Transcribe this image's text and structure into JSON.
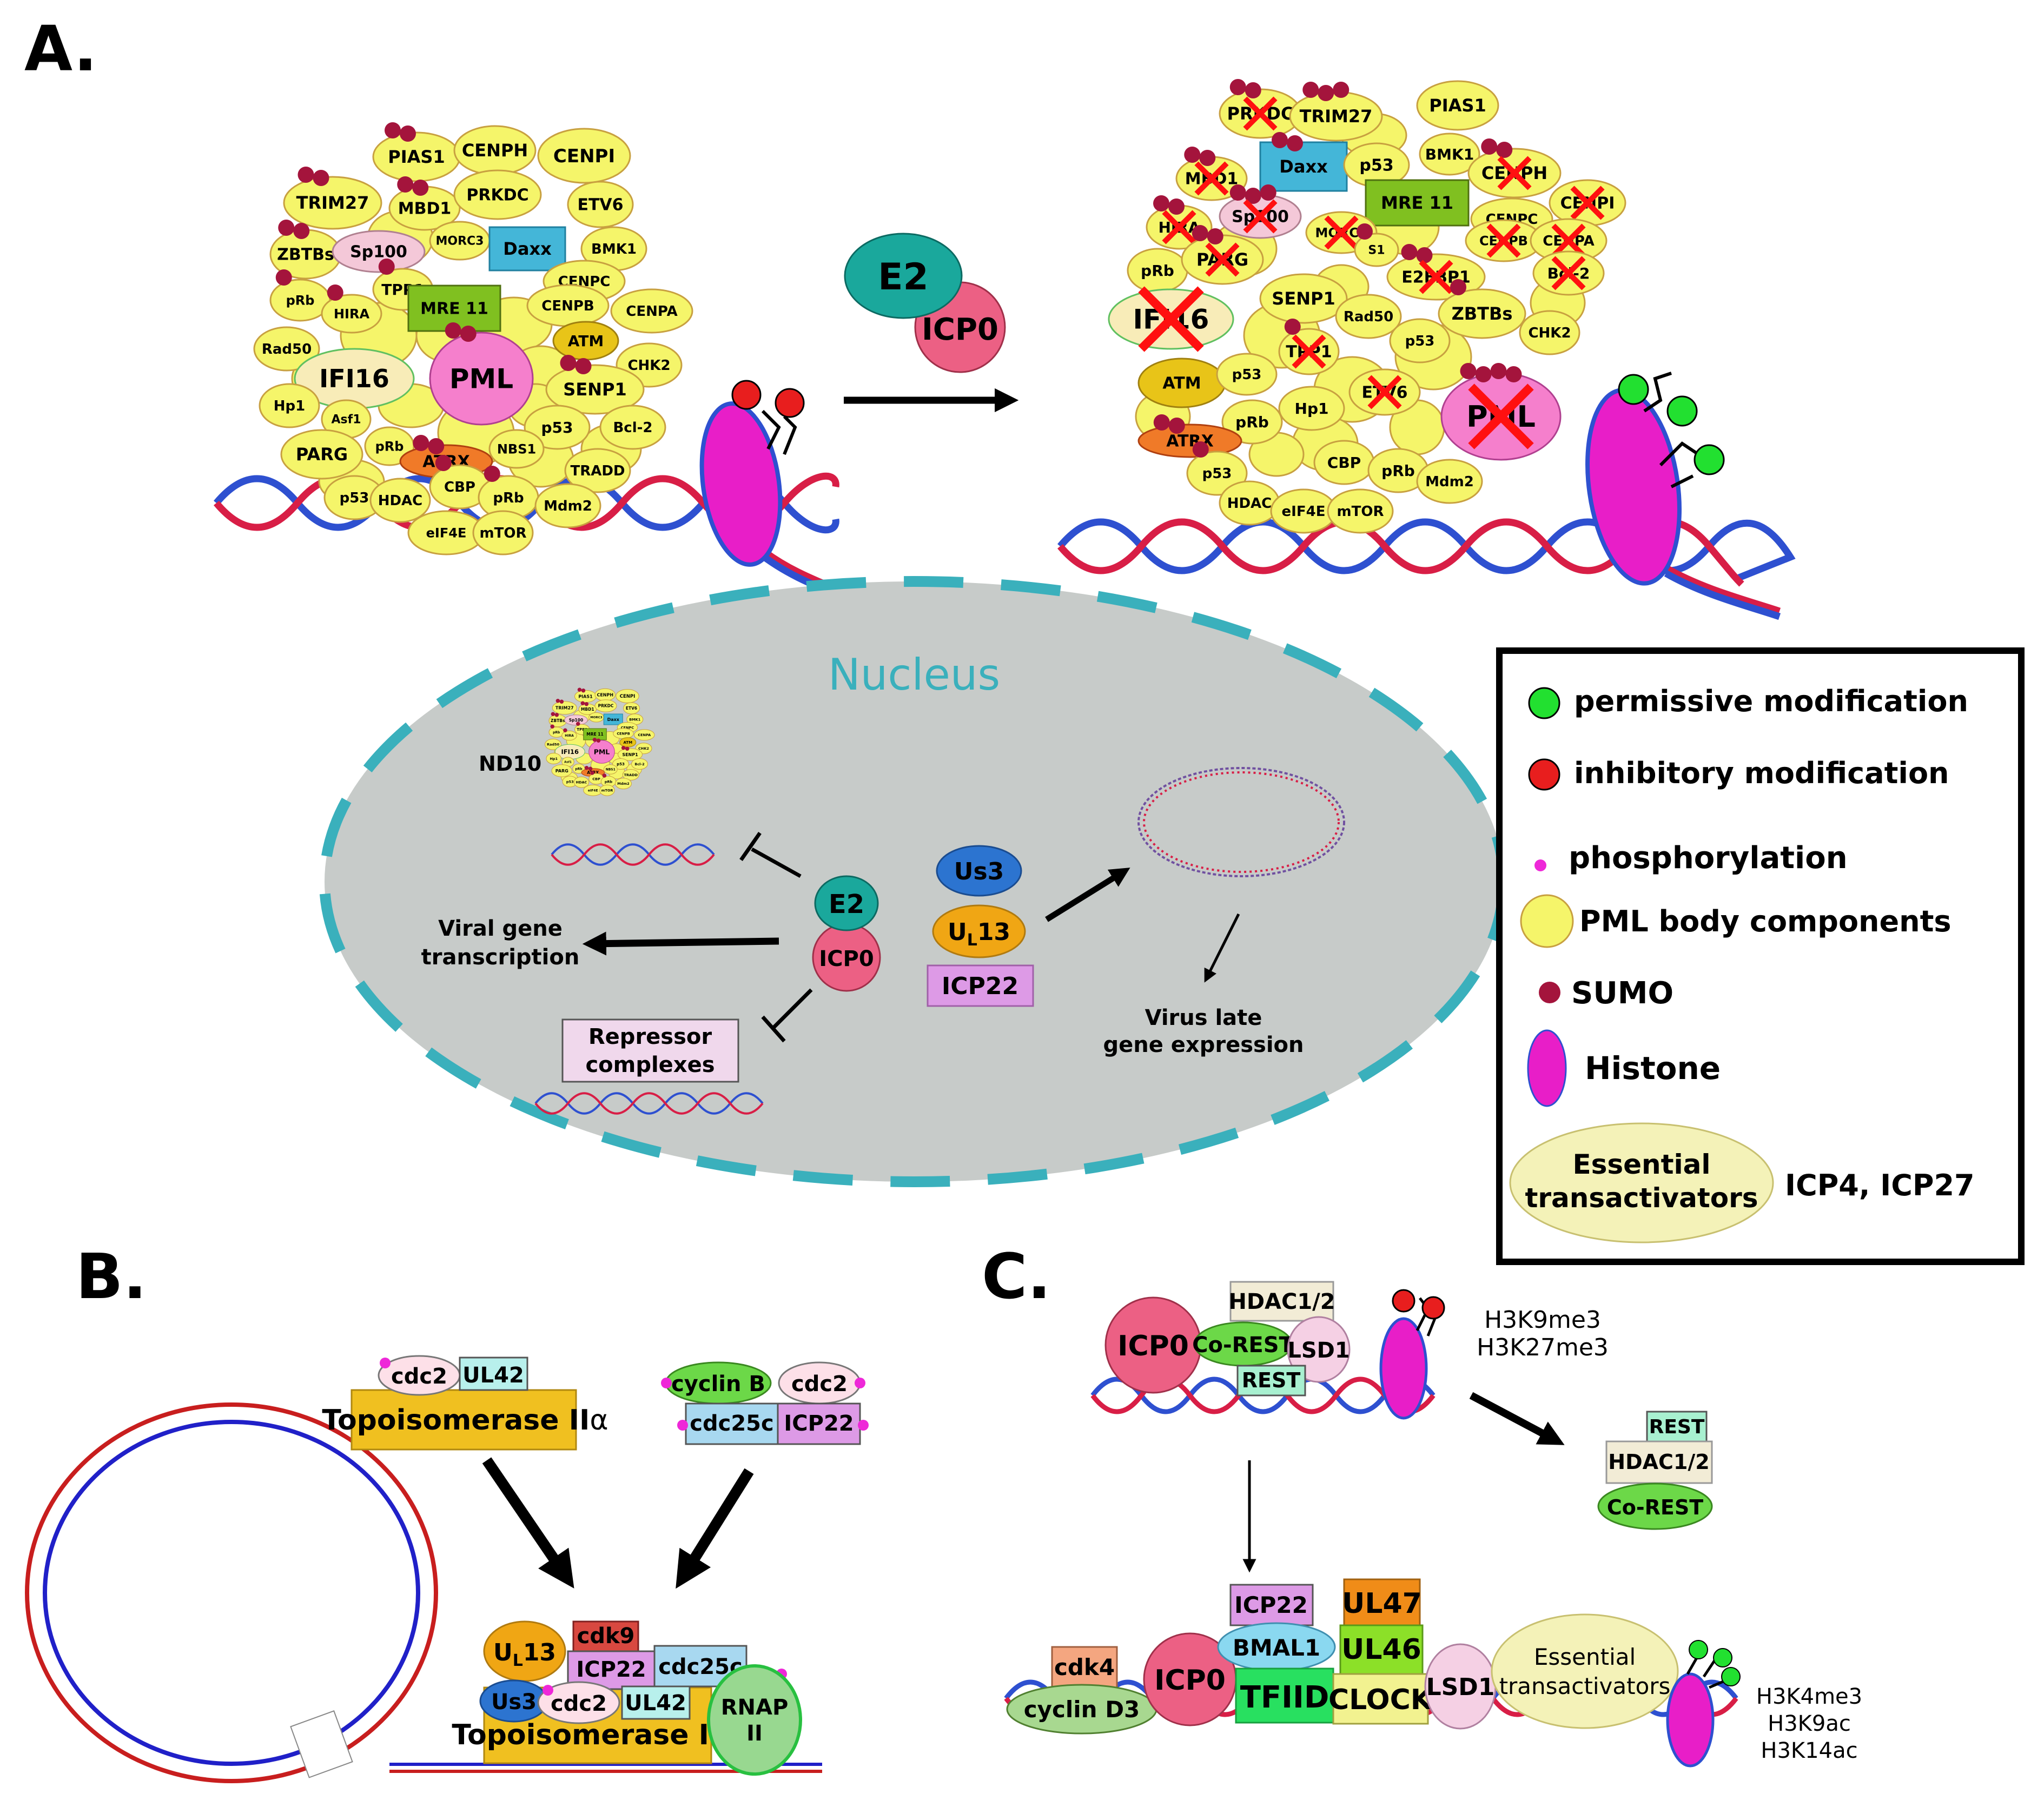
{
  "panels": {
    "a": "A.",
    "b": "B.",
    "c": "C."
  },
  "colors": {
    "pml_yellow": "#f5f56a",
    "sumo": "#a4143c",
    "histone": "#e81ec8",
    "dna_red": "#d81e46",
    "dna_blue": "#2e50d0",
    "nucleus": "#c7cbc9",
    "nucleus_border": "#3ab0bc",
    "e2": "#1aa89c",
    "icp0": "#ec6084",
    "pml": "#f57fcc",
    "green_mod": "#22e030",
    "red_mod": "#e81e1e"
  },
  "nd10_left": {
    "proteins": [
      "PIAS1",
      "CENPH",
      "CENPI",
      "TRIM27",
      "MBD1",
      "PRKDC",
      "ETV6",
      "ZBTBs",
      "Sp100",
      "MORC3",
      "Daxx",
      "BMK1",
      "pRb",
      "TPP1",
      "HIRA",
      "MRE 11",
      "CENPC",
      "CENPB",
      "CENPA",
      "Rad50",
      "ATM",
      "CHK2",
      "IFI16",
      "PML",
      "SENP1",
      "Hp1",
      "Asf1",
      "p53",
      "Bcl-2",
      "PARG",
      "pRb",
      "ATRX",
      "NBS1",
      "TRADD",
      "p53",
      "HDAC",
      "CBP",
      "pRb",
      "Mdm2",
      "eIF4E",
      "mTOR"
    ]
  },
  "nd10_right": {
    "proteins": [
      "PRKDC",
      "TRIM27",
      "PIAS1",
      "MBD1",
      "Daxx",
      "p53",
      "BMK1",
      "CENPH",
      "CENPI",
      "HIRA",
      "Sp100",
      "MRE 11",
      "MORC3",
      "CENPC",
      "CENPB",
      "CENPA",
      "pRb",
      "PARG",
      "S1",
      "E2FBP1",
      "Bcl-2",
      "IFI16",
      "SENP1",
      "Rad50",
      "ZBTBs",
      "p53",
      "CHK2",
      "TPP1",
      "ATM",
      "p53",
      "ETV6",
      "PML",
      "pRb",
      "Hp1",
      "ATRX",
      "CBP",
      "pRb",
      "p53",
      "Mdm2",
      "HDAC",
      "eIF4E",
      "mTOR"
    ]
  },
  "transition": {
    "e2": "E2",
    "icp0": "ICP0"
  },
  "nucleus": {
    "title": "Nucleus",
    "nd10_label": "ND10",
    "e2": "E2",
    "icp0": "ICP0",
    "us3": "Us3",
    "ul13": "U",
    "ul13_sub": "L",
    "ul13_num": "13",
    "icp22": "ICP22",
    "viral_transcription": [
      "Viral gene",
      "transcription"
    ],
    "repressor": [
      "Repressor",
      "complexes"
    ],
    "late_expression": [
      "Virus late",
      "gene expression"
    ]
  },
  "legend": {
    "permissive": "permissive modification",
    "inhibitory": "inhibitory modification",
    "phosphorylation": "phosphorylation",
    "pml_components": "PML body components",
    "sumo": "SUMO",
    "histone": "Histone",
    "essential": [
      "Essential",
      "transactivators"
    ],
    "essential_examples": "ICP4, ICP27"
  },
  "panel_b": {
    "complex1": {
      "cdc2": "cdc2",
      "ul42": "UL42",
      "topo": "Topoisomerase II",
      "alpha": "α"
    },
    "complex2": {
      "cyclin_b": "cyclin B",
      "cdc2": "cdc2",
      "cdc25c": "cdc25c",
      "icp22": "ICP22"
    },
    "assembled": {
      "ul13": "U",
      "ul13_sub": "L",
      "ul13_num": "13",
      "cdk9": "cdk9",
      "icp22": "ICP22",
      "cdc25c": "cdc25c",
      "us3": "Us3",
      "cdc2": "cdc2",
      "ul42": "UL42",
      "topo": "Topoisomerase II",
      "alpha": "α",
      "rnap": [
        "RNAP",
        "II"
      ]
    }
  },
  "panel_c": {
    "top": {
      "icp0": "ICP0",
      "hdac": "HDAC1/2",
      "corest": "Co-REST",
      "lsd1": "LSD1",
      "rest": "REST"
    },
    "marks_repressive": [
      "H3K9me3",
      "H3K27me3"
    ],
    "released": {
      "rest": "REST",
      "hdac": "HDAC1/2",
      "corest": "Co-REST"
    },
    "bottom": {
      "cdk4": "cdk4",
      "cyclind3": "cyclin D3",
      "icp0": "ICP0",
      "icp22": "ICP22",
      "bmal1": "BMAL1",
      "tfiid": "TFIID",
      "ul47": "UL47",
      "ul46": "UL46",
      "clock": "CLOCK",
      "lsd1": "LSD1",
      "essential": [
        "Essential",
        "transactivators"
      ]
    },
    "marks_active": [
      "H3K4me3",
      "H3K9ac",
      "H3K14ac"
    ]
  }
}
